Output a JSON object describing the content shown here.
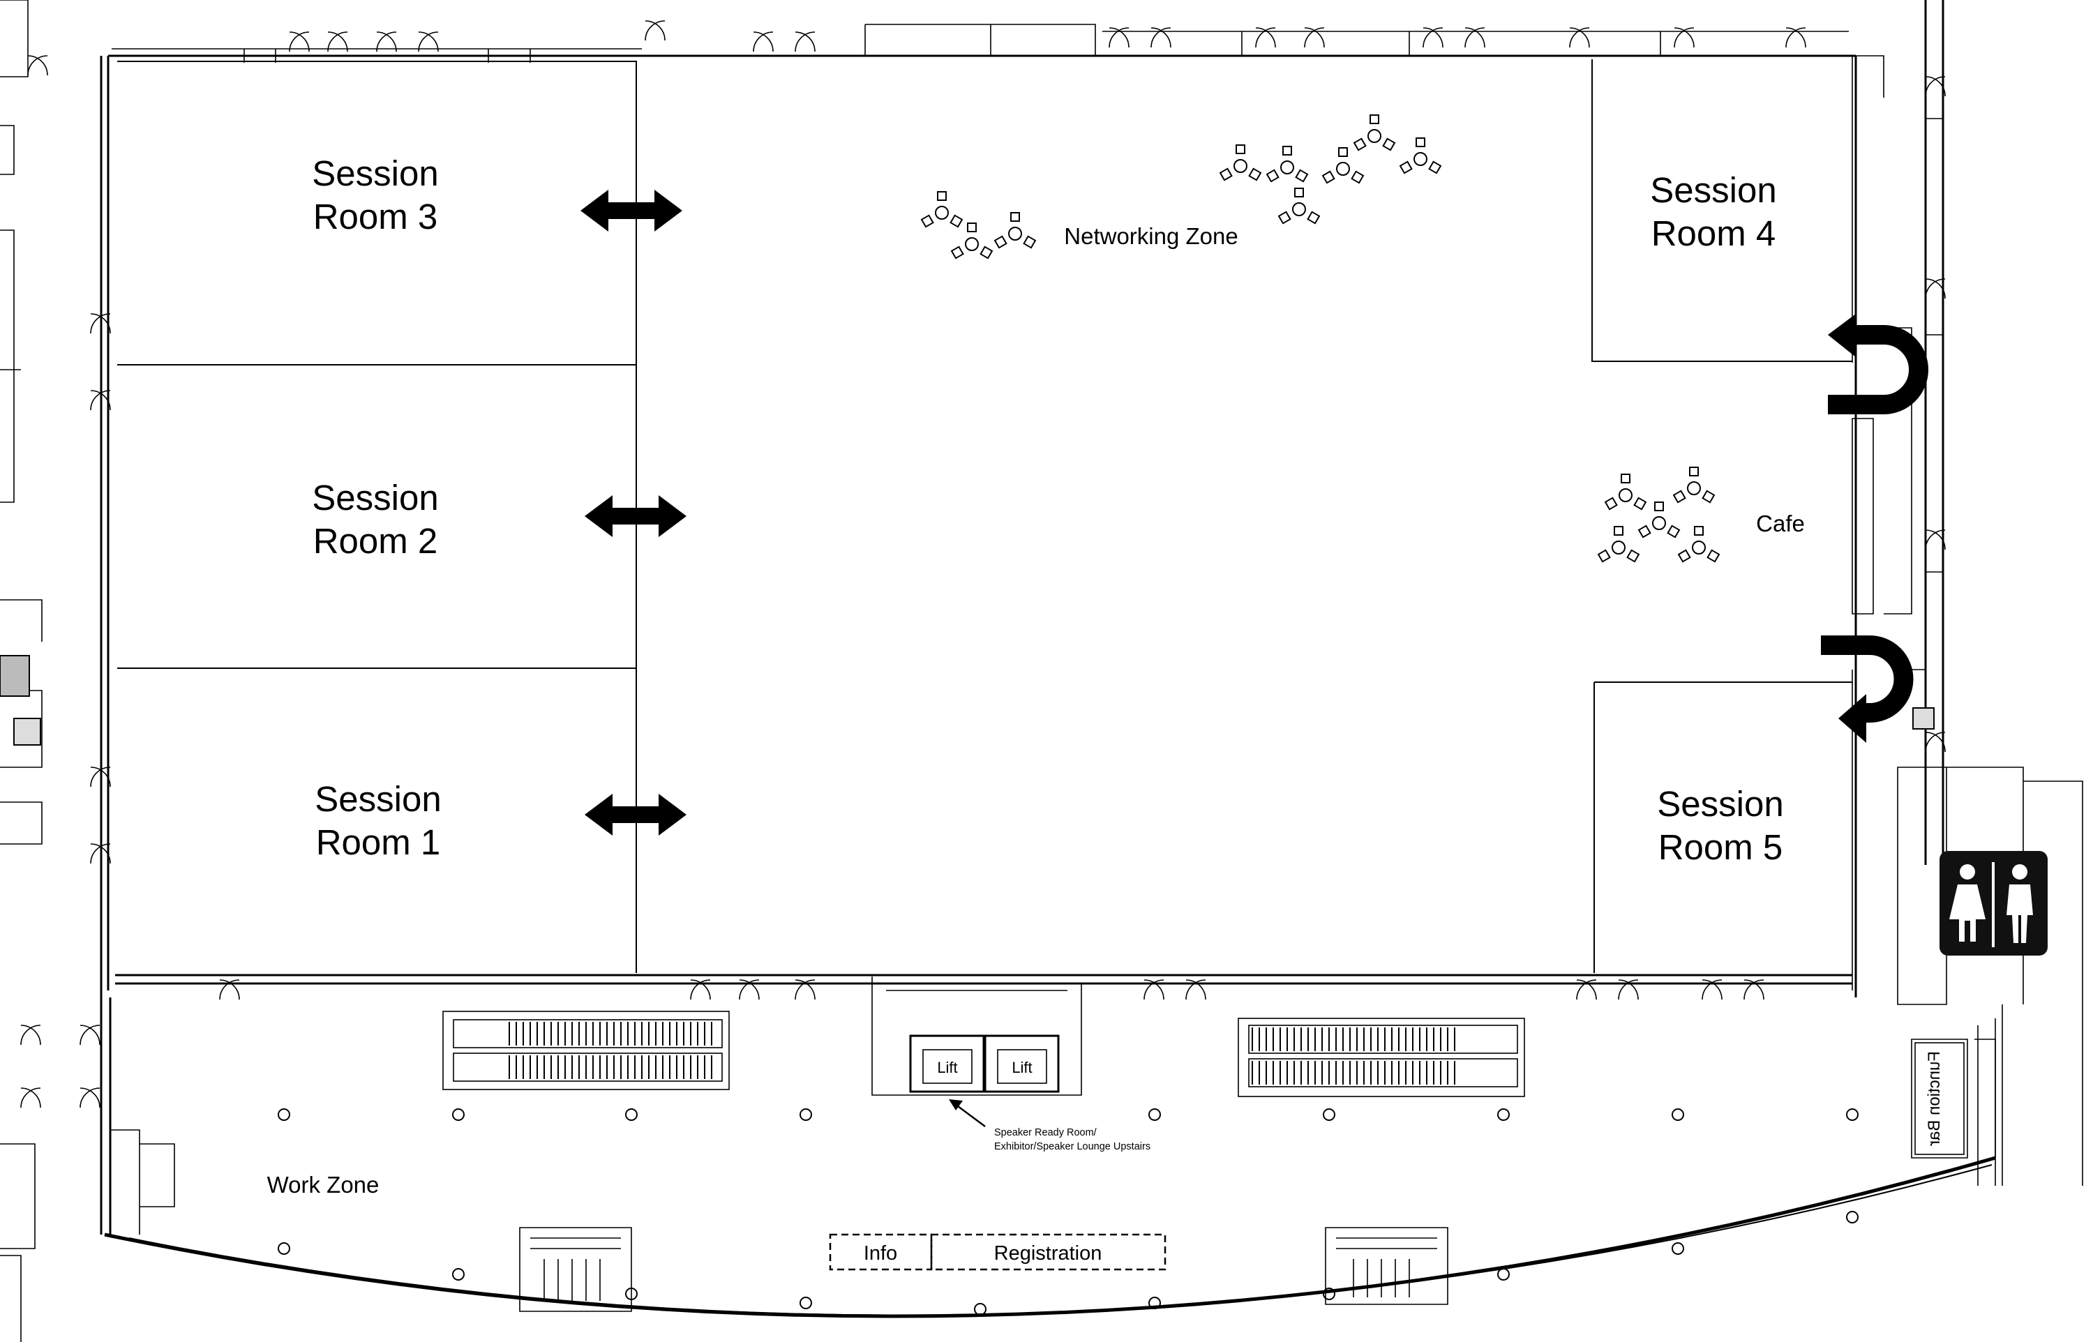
{
  "rooms": {
    "room3": [
      "Session",
      "Room 3"
    ],
    "room2": [
      "Session",
      "Room 2"
    ],
    "room1": [
      "Session",
      "Room 1"
    ],
    "room4": [
      "Session",
      "Room 4"
    ],
    "room5": [
      "Session",
      "Room 5"
    ]
  },
  "zones": {
    "networking": "Networking Zone",
    "cafe": "Cafe",
    "work": "Work Zone"
  },
  "desks": {
    "info": "Info",
    "registration": "Registration"
  },
  "note": {
    "line1": "Speaker Ready Room/",
    "line2": "Exhibitor/Speaker Lounge Upstairs"
  },
  "lift_label": "Lift",
  "function_bar": "Function Bar",
  "icons": [
    "door-arrow-icon",
    "u-turn-arrow-icon",
    "restroom-icon",
    "table-cluster-icon",
    "escalator-icon",
    "lift-icon",
    "stairs-icon",
    "column-icon"
  ]
}
